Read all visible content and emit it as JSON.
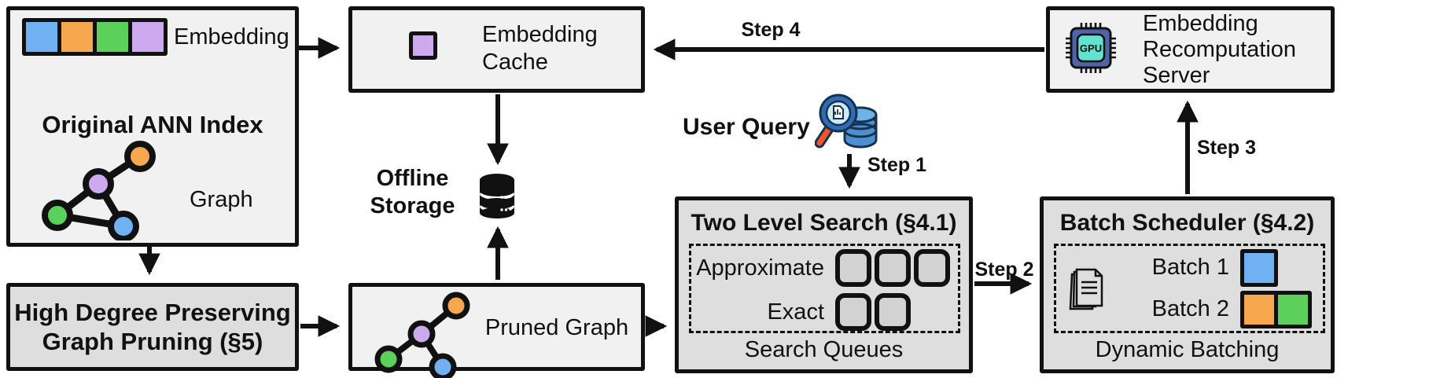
{
  "diagram": {
    "original_index": {
      "title": "Original ANN Index",
      "embedding_label": "Embedding",
      "graph_label": "Graph"
    },
    "graph_pruning": {
      "title_line1": "High Degree Preserving",
      "title_line2": "Graph Pruning (§5)"
    },
    "embedding_cache": {
      "label": "Embedding Cache"
    },
    "offline_storage": {
      "label": "Offline Storage"
    },
    "pruned_graph": {
      "label": "Pruned Graph"
    },
    "user_query": {
      "label": "User Query"
    },
    "steps": {
      "step1": "Step 1",
      "step2": "Step 2",
      "step3": "Step 3",
      "step4": "Step 4"
    },
    "two_level_search": {
      "title": "Two Level Search (§4.1)",
      "row1_label": "Approximate",
      "row2_label": "Exact",
      "approximate_queue_count": 3,
      "exact_queue_count": 2,
      "footer": "Search Queues"
    },
    "batch_scheduler": {
      "title": "Batch Scheduler (§4.2)",
      "batch1_label": "Batch 1",
      "batch2_label": "Batch 2",
      "footer": "Dynamic Batching"
    },
    "recompute_server": {
      "label": "Embedding Recomputation Server",
      "chip_label": "GPU"
    },
    "icons": [
      "graph-icon",
      "pruned-graph-icon",
      "database-icon",
      "magnifier-query-icon",
      "gpu-chip-icon",
      "documents-icon"
    ],
    "colors": {
      "blue": "#6fb1f2",
      "orange": "#f7a84e",
      "green": "#5bd15b",
      "purple": "#cda9ef",
      "light_box": "#f1f1f1",
      "dark_box": "#dedede",
      "line": "#111111"
    }
  }
}
